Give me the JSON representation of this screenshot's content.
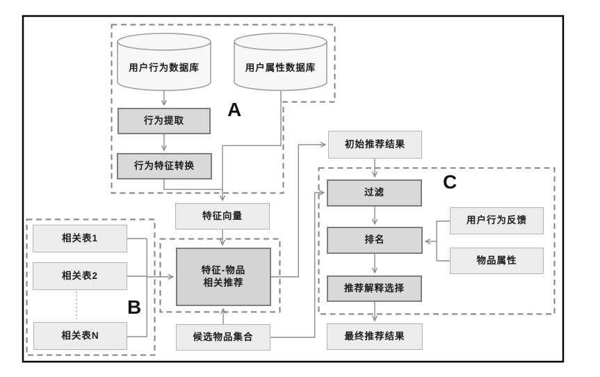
{
  "diagram": {
    "group_labels": {
      "a": "A",
      "b": "B",
      "c": "C"
    },
    "nodes": {
      "db_user_behavior": "用户行为数据库",
      "db_user_attr": "用户属性数据库",
      "behavior_extract": "行为提取",
      "behavior_feature_convert": "行为特征转换",
      "feature_vector": "特征向量",
      "related_table_1": "相关表1",
      "related_table_2": "相关表2",
      "related_table_n": "相关表N",
      "feature_item_line1": "特征-物品",
      "feature_item_line2": "相关推荐",
      "candidate_items": "候选物品集合",
      "initial_results": "初始推荐结果",
      "filter": "过滤",
      "rank": "排名",
      "explain_select": "推荐解释选择",
      "final_results": "最终推荐结果",
      "user_feedback": "用户行为反馈",
      "item_attrs": "物品属性"
    },
    "colors": {
      "outer_border": "#000000",
      "group_dash": "#808080",
      "connector": "#8c8c8c",
      "process_fill": "#d9d9d9",
      "process_border": "#7d7d7d",
      "data_fill": "#ececec",
      "data_border": "#b3b3b3",
      "cylinder_fill": "#f7f7f7",
      "cylinder_border": "#9e9e9e"
    }
  }
}
